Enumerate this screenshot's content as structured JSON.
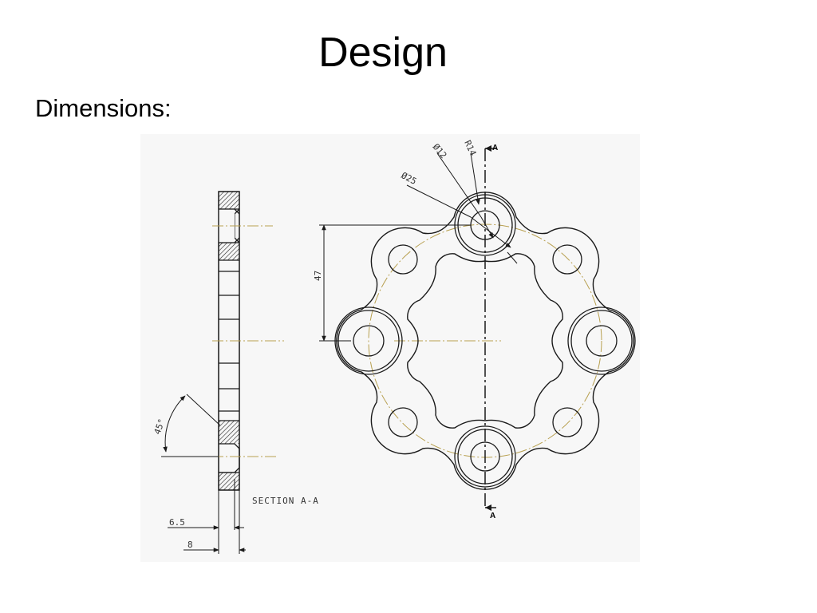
{
  "slide": {
    "title": "Design",
    "subtitle": "Dimensions:"
  },
  "drawing": {
    "section_label": "SECTION  A-A",
    "cut_marker_top": "A",
    "cut_marker_bottom": "A",
    "dimensions": {
      "radius_lobe": "R14",
      "dia_hole": "Ø12",
      "dia_boss": "Ø25",
      "pitch_radius": "47",
      "chamfer_angle": "45°",
      "thickness_inner": "6.5",
      "thickness_outer": "8"
    },
    "colors": {
      "line": "#1a1a1a",
      "center_line": "#b8a050",
      "hatch": "#222222",
      "panel": "#f7f7f7"
    }
  }
}
